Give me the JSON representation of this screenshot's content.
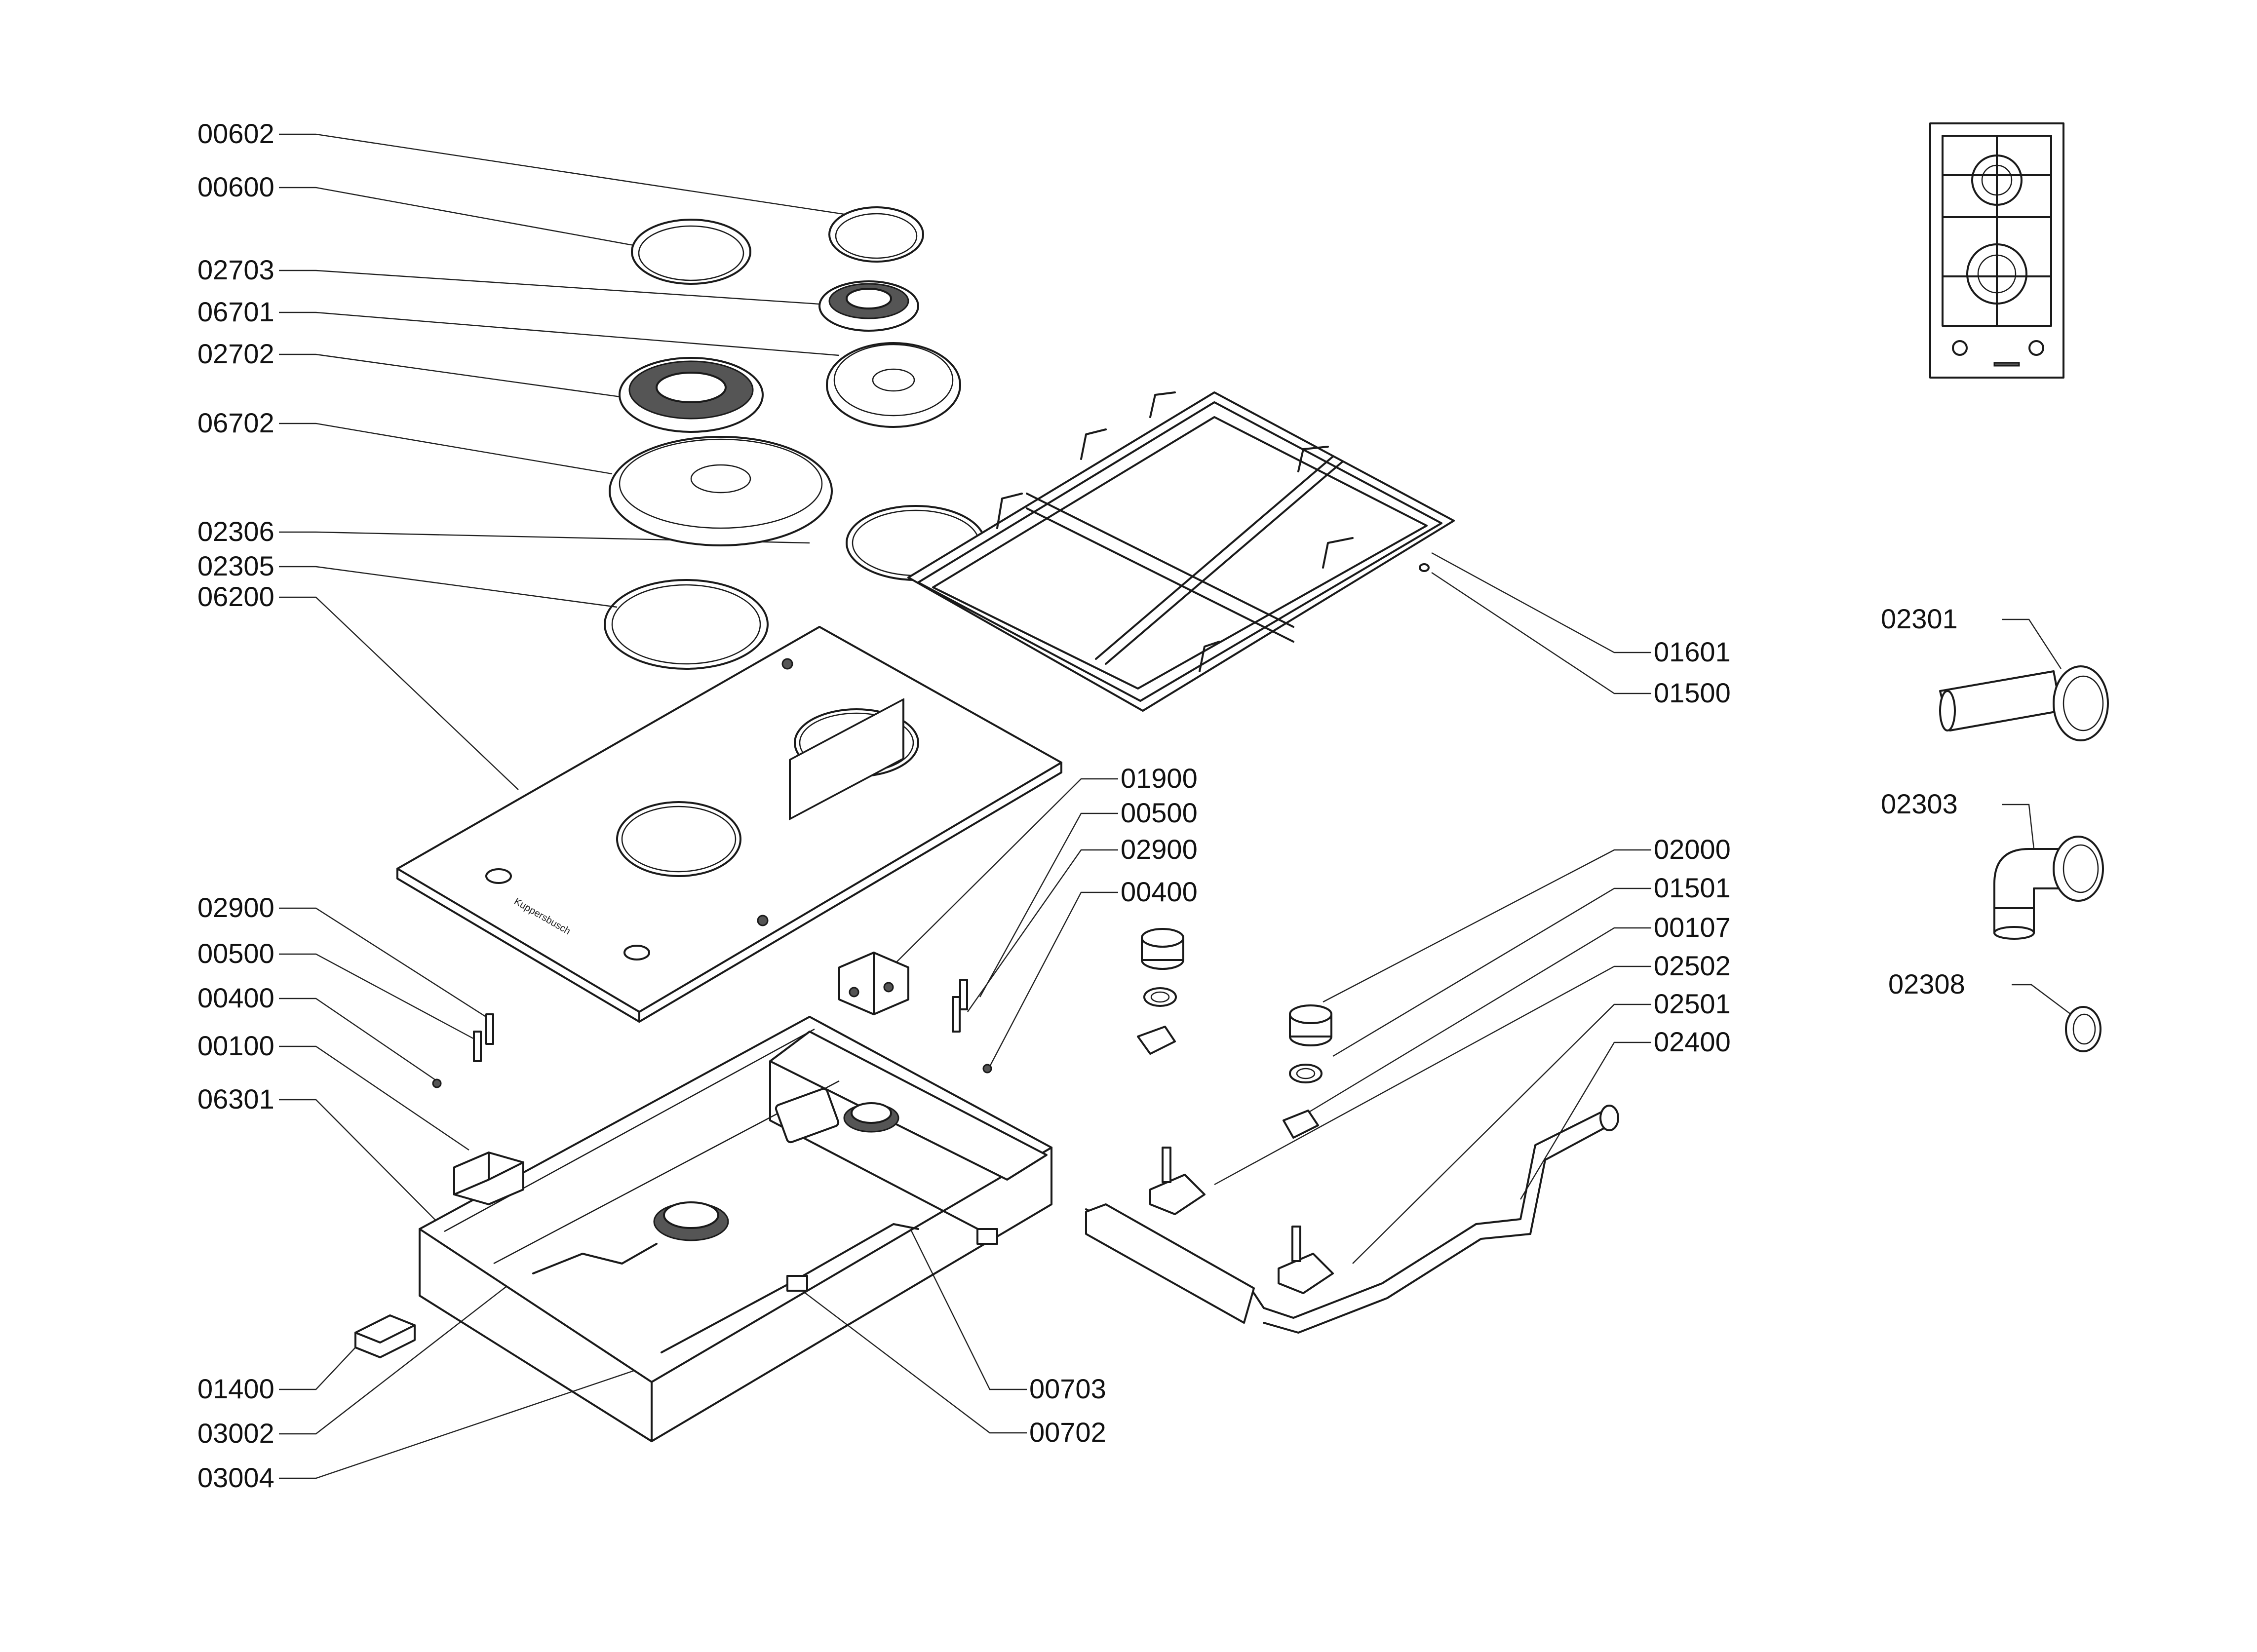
{
  "callouts": [
    {
      "id": "00602",
      "label": "00602"
    },
    {
      "id": "00600",
      "label": "00600"
    },
    {
      "id": "02703",
      "label": "02703"
    },
    {
      "id": "06701",
      "label": "06701"
    },
    {
      "id": "02702",
      "label": "02702"
    },
    {
      "id": "06702",
      "label": "06702"
    },
    {
      "id": "02306",
      "label": "02306"
    },
    {
      "id": "02305",
      "label": "02305"
    },
    {
      "id": "06200",
      "label": "06200"
    },
    {
      "id": "02900a",
      "label": "02900"
    },
    {
      "id": "00500a",
      "label": "00500"
    },
    {
      "id": "00400a",
      "label": "00400"
    },
    {
      "id": "00100",
      "label": "00100"
    },
    {
      "id": "06301",
      "label": "06301"
    },
    {
      "id": "01400",
      "label": "01400"
    },
    {
      "id": "03002",
      "label": "03002"
    },
    {
      "id": "03004",
      "label": "03004"
    },
    {
      "id": "01601",
      "label": "01601"
    },
    {
      "id": "01500",
      "label": "01500"
    },
    {
      "id": "01900",
      "label": "01900"
    },
    {
      "id": "00500b",
      "label": "00500"
    },
    {
      "id": "02900b",
      "label": "02900"
    },
    {
      "id": "00400b",
      "label": "00400"
    },
    {
      "id": "02000",
      "label": "02000"
    },
    {
      "id": "01501",
      "label": "01501"
    },
    {
      "id": "00107",
      "label": "00107"
    },
    {
      "id": "02502",
      "label": "02502"
    },
    {
      "id": "02501",
      "label": "02501"
    },
    {
      "id": "02400",
      "label": "02400"
    },
    {
      "id": "00703",
      "label": "00703"
    },
    {
      "id": "00702",
      "label": "00702"
    },
    {
      "id": "02301",
      "label": "02301"
    },
    {
      "id": "02303",
      "label": "02303"
    },
    {
      "id": "02308",
      "label": "02308"
    }
  ],
  "brand_text": "Kuppersbusch"
}
